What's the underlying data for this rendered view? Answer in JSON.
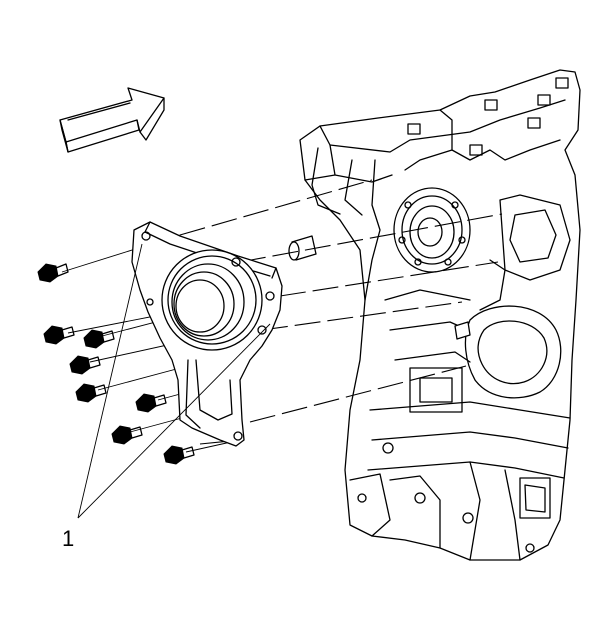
{
  "figure": {
    "callout_number": "1",
    "line_color": "#000000",
    "background": "#ffffff"
  },
  "parts": {
    "direction_arrow": "front-direction-arrow",
    "seal_housing": "rear-crankshaft-oil-seal-housing",
    "block": "engine-block",
    "bolts": "housing-bolts"
  }
}
